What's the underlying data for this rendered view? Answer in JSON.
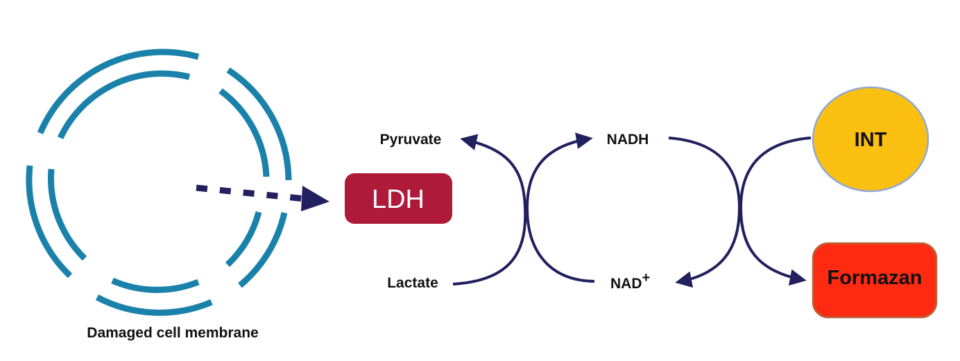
{
  "title": "LDH cytotoxicity assay mechanism",
  "colors": {
    "membrane": "#1a82aa",
    "arrow": "#22205e",
    "ldh_fill": "#b01a3a",
    "ldh_text": "#ffffff",
    "int_fill": "#fbc012",
    "int_stroke": "#8fa8d8",
    "formazan_fill": "#ff2a12",
    "formazan_stroke": "#b5653a"
  },
  "membrane": {
    "label": "Damaged cell membrane"
  },
  "enzyme": {
    "label": "LDH"
  },
  "reaction1": {
    "substrate": "Lactate",
    "product": "Pyruvate"
  },
  "reaction2": {
    "cofactor_in": "NAD",
    "cofactor_in_charge": "+",
    "cofactor_out": "NADH"
  },
  "reaction3": {
    "substrate": "INT",
    "product": "Formazan"
  }
}
